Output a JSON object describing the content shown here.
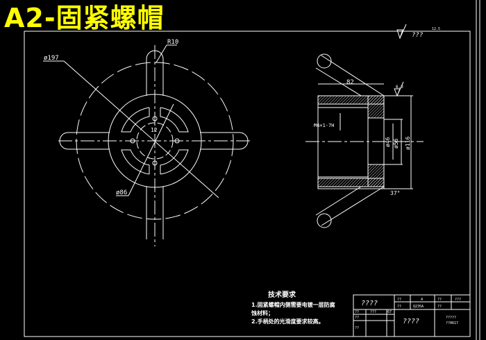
{
  "title": "A2-固紧螺帽",
  "left_view": {
    "dia_outer": "ø197",
    "radius_arm": "R10",
    "dia_inner": "ø86",
    "slot_width": "12"
  },
  "section_view": {
    "length": "82",
    "thread": "M6×1-7H",
    "dia_a": "ø46",
    "dia_b": "ø56",
    "dia_c": "ø116",
    "angle": "37°",
    "roughness": "6.3"
  },
  "surface_note": {
    "label": "???",
    "roughness": "12.5"
  },
  "requirements": {
    "heading": "技术要求",
    "items": [
      "1.固紧螺帽内侧需要电镀一层防腐",
      "蚀材料；",
      "2.手柄处的光滑度要求较高。"
    ]
  },
  "title_block": {
    "name": "????",
    "drawing": "????",
    "cells": [
      "??",
      "4",
      "??",
      "???",
      "??",
      "Q235A",
      "??",
      "??",
      "???",
      "67",
      "??",
      "??",
      "?????",
      "??0617"
    ]
  },
  "colors": {
    "title": "#ffff00",
    "lines": "#ffffff",
    "background": "#000000"
  }
}
